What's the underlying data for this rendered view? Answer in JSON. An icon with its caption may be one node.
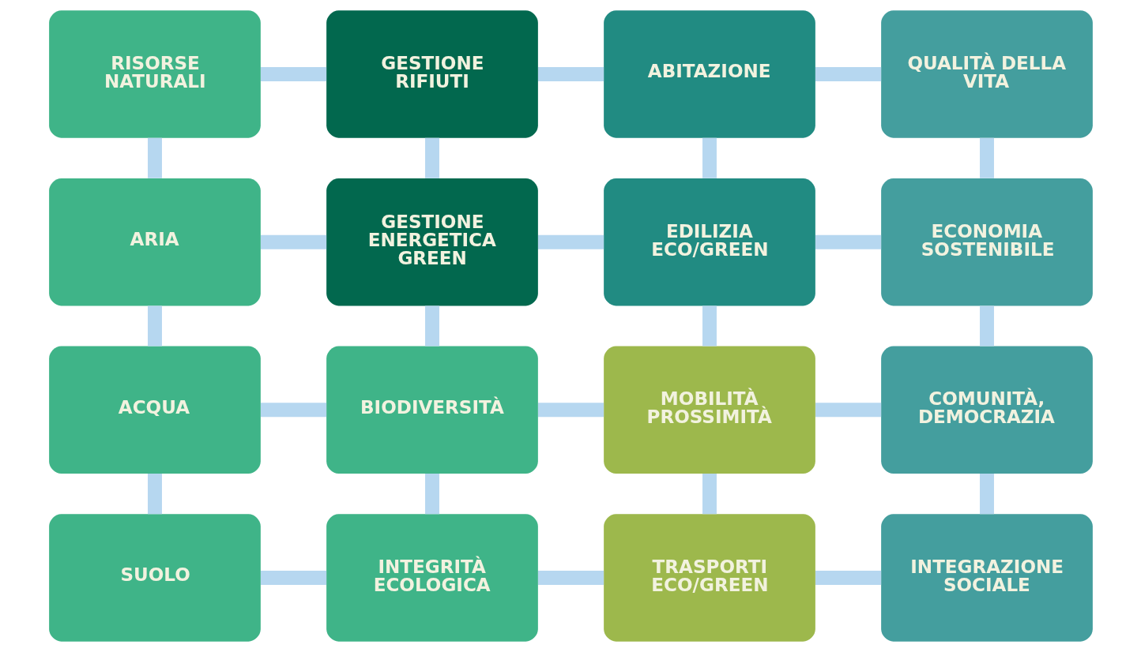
{
  "diagram": {
    "nodes": [
      {
        "text": [
          "RISORSE NATURALI"
        ]
      },
      {
        "text": [
          "GESTIONE RIFIUTI"
        ]
      },
      {
        "text": [
          "ABITAZIONE"
        ]
      },
      {
        "text": [
          "QUALITÀ DELLA VITA"
        ]
      },
      {
        "text": [
          "ARIA"
        ]
      },
      {
        "text": [
          "GESTIONE ENERGETICA GREEN"
        ]
      },
      {
        "text": [
          "EDILIZIA ECO/GREEN"
        ]
      },
      {
        "text": [
          "ECONOMIA SOSTENIBILE"
        ]
      },
      {
        "text": [
          "ACQUA"
        ]
      },
      {
        "text": [
          "BIODIVERSITÀ"
        ]
      },
      {
        "text": [
          "MOBILITÀ PROSSIMITÀ"
        ]
      },
      {
        "text": [
          "COMUNITÀ, DEMOCRAZIA"
        ]
      },
      {
        "text": [
          "SUOLO"
        ]
      },
      {
        "text": [
          "INTEGRITÀ ECOLOGICA"
        ]
      },
      {
        "text": [
          "TRASPORTI ECO/GREEN"
        ]
      },
      {
        "text": [
          "INTEGRAZIONE SOCIALE"
        ]
      }
    ],
    "edges": [
      {
        "from": 0,
        "to": 1,
        "arrow": "none"
      },
      {
        "from": 1,
        "to": 2,
        "arrow": "none"
      },
      {
        "from": 2,
        "to": 3,
        "arrow": "none"
      },
      {
        "from": 4,
        "to": 5,
        "arrow": "none"
      },
      {
        "from": 5,
        "to": 6,
        "arrow": "none"
      },
      {
        "from": 6,
        "to": 7,
        "arrow": "none"
      },
      {
        "from": 8,
        "to": 9,
        "arrow": "none"
      },
      {
        "from": 9,
        "to": 10,
        "arrow": "none"
      },
      {
        "from": 10,
        "to": 11,
        "arrow": "none"
      },
      {
        "from": 12,
        "to": 13,
        "arrow": "none"
      },
      {
        "from": 13,
        "to": 14,
        "arrow": "none"
      },
      {
        "from": 14,
        "to": 15,
        "arrow": "none"
      },
      {
        "from": 0,
        "to": 4,
        "arrow": "none"
      },
      {
        "from": 4,
        "to": 8,
        "arrow": "none"
      },
      {
        "from": 8,
        "to": 12,
        "arrow": "none"
      },
      {
        "from": 1,
        "to": 5,
        "arrow": "none"
      },
      {
        "from": 5,
        "to": 9,
        "arrow": "none"
      },
      {
        "from": 9,
        "to": 13,
        "arrow": "none"
      },
      {
        "from": 2,
        "to": 6,
        "arrow": "none"
      },
      {
        "from": 6,
        "to": 10,
        "arrow": "none"
      },
      {
        "from": 10,
        "to": 14,
        "arrow": "none"
      },
      {
        "from": 3,
        "to": 7,
        "arrow": "none"
      },
      {
        "from": 7,
        "to": 11,
        "arrow": "none"
      },
      {
        "from": 11,
        "to": 15,
        "arrow": "none"
      }
    ]
  }
}
